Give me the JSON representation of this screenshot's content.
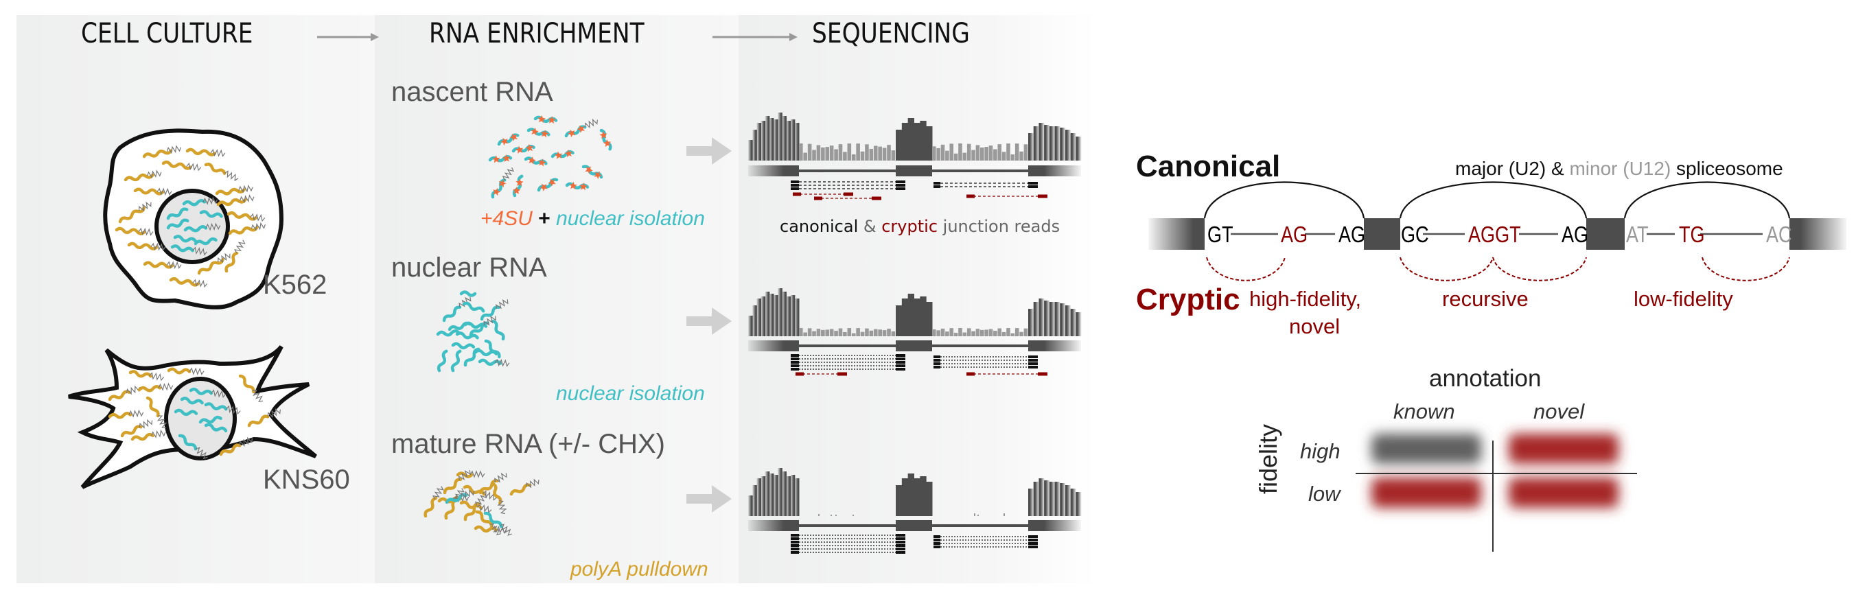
{
  "header": {
    "steps": [
      "CELL CULTURE",
      "RNA ENRICHMENT",
      "SEQUENCING"
    ]
  },
  "cell_culture": {
    "cells": [
      {
        "name": "K562",
        "shape": "rounded"
      },
      {
        "name": "KNS60",
        "shape": "spiky"
      }
    ],
    "polyA_tag": "AAA"
  },
  "enrichment": {
    "rows": [
      {
        "title": "nascent RNA",
        "method_parts": [
          {
            "text": "+4SU",
            "color": "#f26b3a"
          },
          {
            "text": " + ",
            "color": "#111111"
          },
          {
            "text": "nuclear isolation",
            "color": "#3fbfc4"
          }
        ]
      },
      {
        "title": "nuclear RNA",
        "method_parts": [
          {
            "text": "nuclear isolation",
            "color": "#3fbfc4"
          }
        ]
      },
      {
        "title": "mature RNA (+/- CHX)",
        "method_parts": [
          {
            "text": "polyA pulldown",
            "color": "#d4a12a"
          }
        ]
      }
    ]
  },
  "sequencing": {
    "caption_parts": [
      {
        "text": "canonical",
        "color": "#111111"
      },
      {
        "text": " & ",
        "color": "#666666"
      },
      {
        "text": "cryptic",
        "color": "#8b0000"
      },
      {
        "text": " junction reads",
        "color": "#666666"
      }
    ]
  },
  "splicing": {
    "canonical_title": "Canonical",
    "spliceosome_parts": [
      {
        "text": "major (U2)",
        "color": "#111111"
      },
      {
        "text": " & ",
        "color": "#111111"
      },
      {
        "text": "minor (U12)",
        "color": "#999999"
      },
      {
        "text": " spliceosome",
        "color": "#111111"
      }
    ],
    "motifs": [
      {
        "text": "GT",
        "color": "#111111"
      },
      {
        "text": "AG",
        "color": "#8b0000"
      },
      {
        "text": "AG",
        "color": "#111111"
      },
      {
        "text": "GC",
        "color": "#111111"
      },
      {
        "text": "AGGT",
        "color": "#8b0000"
      },
      {
        "text": "AG",
        "color": "#111111"
      },
      {
        "text": "AT",
        "color": "#999999"
      },
      {
        "text": "TG",
        "color": "#8b0000"
      },
      {
        "text": "AC",
        "color": "#999999"
      }
    ],
    "cryptic_title": "Cryptic",
    "cryptic_types": [
      "high-fidelity,",
      "novel",
      "recursive",
      "low-fidelity"
    ]
  },
  "annotation_grid": {
    "title": "annotation",
    "columns": [
      "known",
      "novel"
    ],
    "row_axis": "fidelity",
    "rows": [
      "high",
      "low"
    ],
    "cells": [
      {
        "row": "high",
        "col": "known",
        "class": "canonical",
        "color": "#606060"
      },
      {
        "row": "high",
        "col": "novel",
        "class": "cryptic",
        "color": "#a52828"
      },
      {
        "row": "low",
        "col": "known",
        "class": "cryptic",
        "color": "#a52828"
      },
      {
        "row": "low",
        "col": "novel",
        "class": "cryptic",
        "color": "#a52828"
      }
    ]
  },
  "colors": {
    "cryptic": "#8b0000",
    "nascent_marker": "#f26b3a",
    "nuclear_rna": "#3fbfc4",
    "mature_rna": "#d4a12a",
    "exon": "#4d4d4d",
    "intron_coverage": "#9a9a9a"
  }
}
